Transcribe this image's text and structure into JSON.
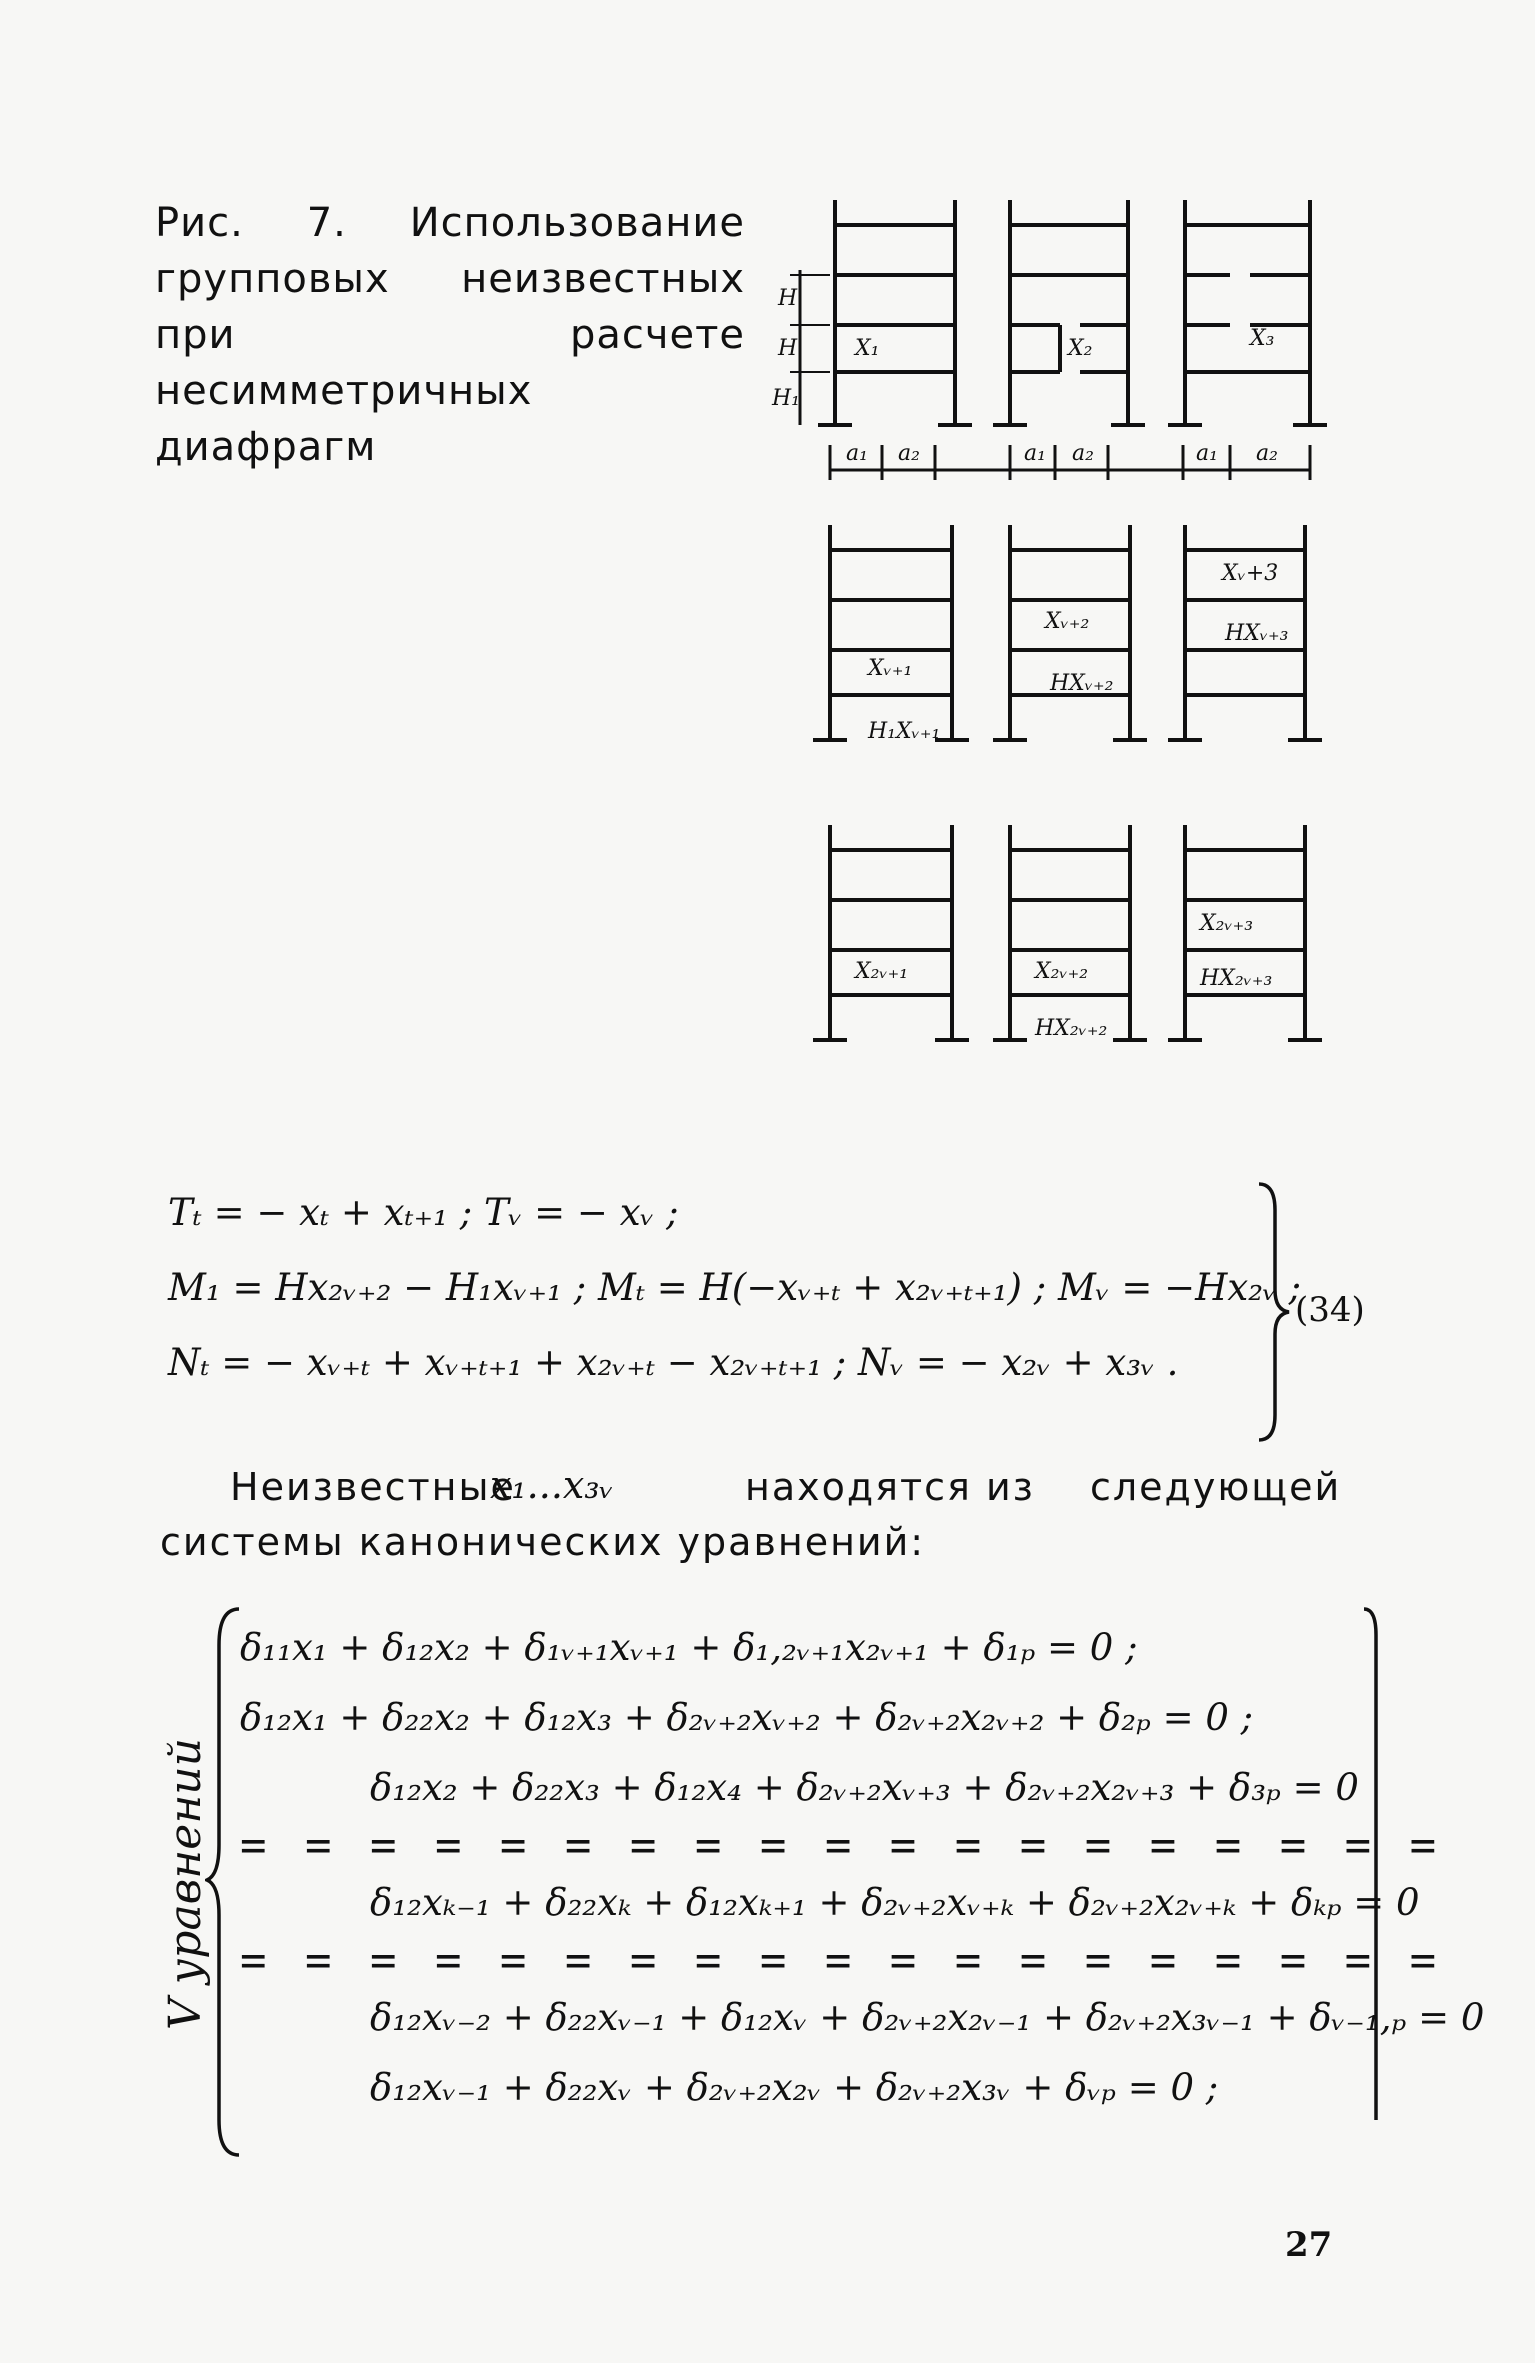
{
  "figure": {
    "caption": "Рис. 7. Использование групповых неизвестных при расчете несимметричных диафрагм",
    "labels": {
      "a1": "a₁",
      "a2": "a₂",
      "h": "H",
      "h1": "H₁",
      "x1": "X₁",
      "x2": "X₂",
      "x3": "X₃",
      "xv1": "Xᵥ₊₁",
      "h1xv1": "H₁Xᵥ₊₁",
      "xv2": "Xᵥ₊₂",
      "hxv2": "HXᵥ₊₂",
      "xv3": "Xᵥ+3",
      "hxv3": "HXᵥ₊₃",
      "x2v1": "X₂ᵥ₊₁",
      "x2v2": "X₂ᵥ₊₂",
      "hx2v2": "HX₂ᵥ₊₂",
      "x2v3": "X₂ᵥ₊₃",
      "hx2v3": "HX₂ᵥ₊₃"
    }
  },
  "formula34": {
    "line1": "Tₜ = − xₜ + xₜ₊₁ ;    Tᵥ = − xᵥ ;",
    "line2": "M₁ = Hx₂ᵥ₊₂ − H₁xᵥ₊₁ ; Mₜ = H(−xᵥ₊ₜ + x₂ᵥ₊ₜ₊₁) ; Mᵥ = −Hx₂ᵥ ;",
    "line3": "Nₜ = − xᵥ₊ₜ + xᵥ₊ₜ₊₁ + x₂ᵥ₊ₜ − x₂ᵥ₊ₜ₊₁ ;  Nᵥ = − x₂ᵥ + x₃ᵥ .",
    "number": "(34)"
  },
  "text": {
    "line1_a": "Неизвестные",
    "line1_vars": "x₁...x₃ᵥ",
    "line1_b": "находятся из",
    "line1_c": "следующей",
    "line2": "системы канонических уравнений:"
  },
  "system": {
    "side_label": "V уравнений",
    "eq1": "δ₁₁x₁ + δ₁₂x₂ + δ₁ᵥ₊₁xᵥ₊₁ + δ₁,₂ᵥ₊₁x₂ᵥ₊₁ + δ₁ₚ = 0 ;",
    "eq2": "δ₁₂x₁ + δ₂₂x₂ + δ₁₂x₃ + δ₂ᵥ₊₂xᵥ₊₂ + δ₂ᵥ₊₂x₂ᵥ₊₂ + δ₂ₚ = 0 ;",
    "eq3": "δ₁₂x₂ + δ₂₂x₃ + δ₁₂x₄ + δ₂ᵥ₊₂xᵥ₊₃ + δ₂ᵥ₊₂x₂ᵥ₊₃ + δ₃ₚ = 0",
    "eq4": "δ₁₂xₖ₋₁ + δ₂₂xₖ + δ₁₂xₖ₊₁ + δ₂ᵥ₊₂xᵥ₊ₖ + δ₂ᵥ₊₂x₂ᵥ₊ₖ + δₖₚ = 0",
    "eq5": "δ₁₂xᵥ₋₂ + δ₂₂xᵥ₋₁ + δ₁₂xᵥ + δ₂ᵥ₊₂x₂ᵥ₋₁ + δ₂ᵥ₊₂x₃ᵥ₋₁ + δᵥ₋₁,ₚ = 0",
    "eq6": "δ₁₂xᵥ₋₁ + δ₂₂xᵥ + δ₂ᵥ₊₂x₂ᵥ + δ₂ᵥ₊₂x₃ᵥ + δᵥₚ = 0 ;",
    "dash_row": "= = = = = = = = = = = = = = = = = = ="
  },
  "page_number": "27"
}
